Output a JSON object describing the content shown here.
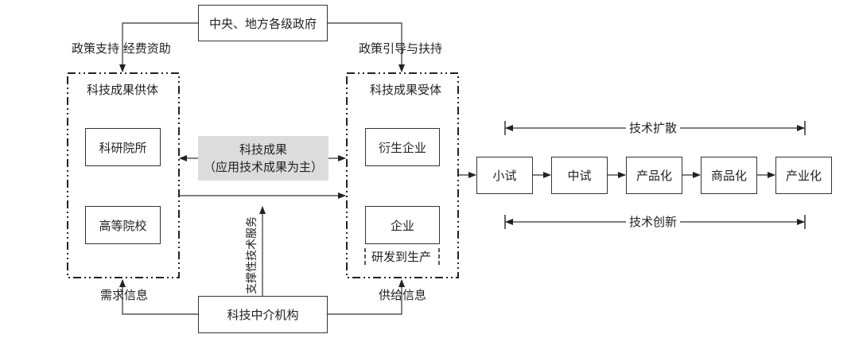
{
  "government": {
    "label": "中央、地方各级政府",
    "left_flow_label": "政策支持  经费资助",
    "right_flow_label": "政策引导与扶持"
  },
  "supplier_group": {
    "title": "科技成果供体",
    "members": [
      "科研院所",
      "高等院校"
    ]
  },
  "receiver_group": {
    "title": "科技成果受体",
    "members": [
      "衍生企业",
      "企业"
    ],
    "sub_note": "研发到生产"
  },
  "achievement": {
    "line1": "科技成果",
    "line2": "（应用技术成果为主）"
  },
  "intermediary": {
    "label": "科技中介机构",
    "support_label": "支撑性技术服务",
    "left_flow_label": "需求信息",
    "right_flow_label": "供给信息"
  },
  "pipeline": {
    "stages": [
      "小试",
      "中试",
      "产品化",
      "商品化",
      "产业化"
    ],
    "top_span_label": "技术扩散",
    "bottom_span_label": "技术创新"
  },
  "colors": {
    "line": "#333333",
    "highlight_fill": "#dcdcdc"
  }
}
